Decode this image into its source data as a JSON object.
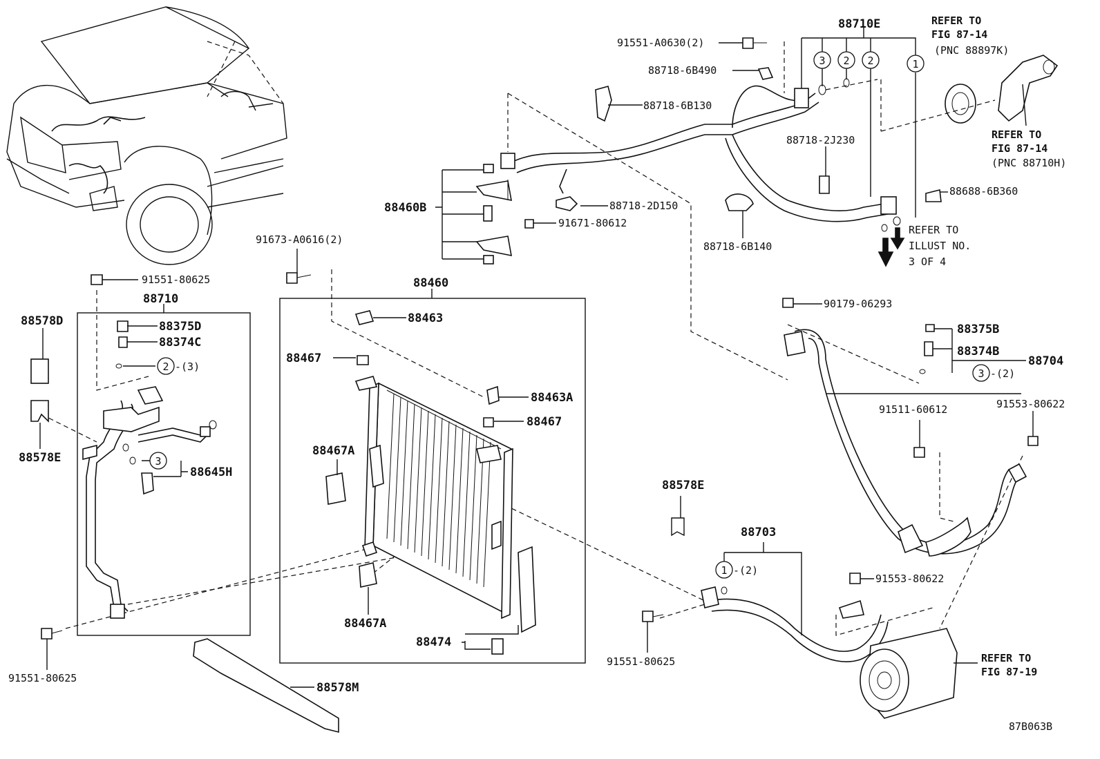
{
  "callouts": {
    "p88710E": "88710E",
    "p91551_A0630": "91551-A0630(2)",
    "p88718_6B490": "88718-6B490",
    "p88718_6B130": "88718-6B130",
    "p88718_2J230": "88718-2J230",
    "p88718_2D150": "88718-2D150",
    "p88718_6B140": "88718-6B140",
    "p88688_6B360": "88688-6B360",
    "p88460B": "88460B",
    "p91671_80612": "91671-80612",
    "p91673_A0616": "91673-A0616(2)",
    "p91551_80625_a": "91551-80625",
    "p88710": "88710",
    "p88578D": "88578D",
    "p88375D": "88375D",
    "p88374C": "88374C",
    "p88578E_a": "88578E",
    "p88645H": "88645H",
    "p91551_80625_b": "91551-80625",
    "p88460": "88460",
    "p88463": "88463",
    "p88467_a": "88467",
    "p88463A": "88463A",
    "p88467_b": "88467",
    "p88467A_a": "88467A",
    "p88467A_b": "88467A",
    "p88474": "88474",
    "p88578M": "88578M",
    "p90179_06293": "90179-06293",
    "p88375B": "88375B",
    "p88374B": "88374B",
    "p88704": "88704",
    "p91511_60612": "91511-60612",
    "p91553_80622_a": "91553-80622",
    "p88578E_b": "88578E",
    "p88703": "88703",
    "p91553_80622_b": "91553-80622",
    "p91551_80625_c": "91551-80625"
  },
  "circled": {
    "c3_top": "3",
    "c2_top_a": "2",
    "c2_top_b": "2",
    "c1_top": "1",
    "c2_left": "2",
    "c2_left_qty": "-(3)",
    "c3_left": "3",
    "c3_right": "3",
    "c3_right_qty": "-(2)",
    "c1_bottom": "1",
    "c1_bottom_qty": "-(2)"
  },
  "references": {
    "ref_fig_87_14_a": [
      "REFER TO",
      "FIG 87-14",
      "(PNC 88897K)"
    ],
    "ref_fig_87_14_b": [
      "REFER TO",
      "FIG 87-14",
      "(PNC 88710H)"
    ],
    "ref_illust": [
      "REFER TO",
      "ILLUST NO.",
      "3 OF 4"
    ],
    "ref_fig_87_19": [
      "REFER TO",
      "FIG 87-19"
    ]
  },
  "figure_id": "87B063B"
}
